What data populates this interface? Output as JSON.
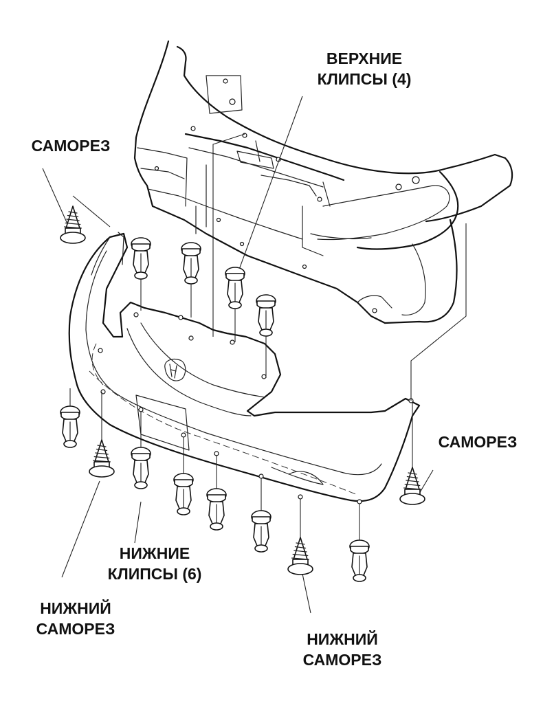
{
  "labels": {
    "upper_clips": [
      "ВЕРХНИЕ",
      "КЛИПСЫ (4)"
    ],
    "screw_left": [
      "САМОРЕЗ"
    ],
    "screw_right": [
      "САМОРЕЗ"
    ],
    "lower_clips": [
      "НИЖНИЕ",
      "КЛИПСЫ (6)"
    ],
    "lower_screw_left": [
      "НИЖНИЙ",
      "САМОРЕЗ"
    ],
    "lower_screw_right": [
      "НИЖНИЙ",
      "САМОРЕЗ"
    ]
  },
  "colors": {
    "ink": "#111111",
    "background": "#ffffff"
  }
}
